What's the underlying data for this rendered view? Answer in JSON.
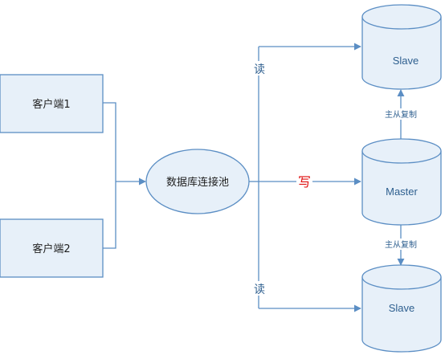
{
  "nodes": {
    "client1": {
      "label": "客户端1"
    },
    "client2": {
      "label": "客户端2"
    },
    "pool": {
      "label": "数据库连接池"
    },
    "slave_top": {
      "label": "Slave"
    },
    "master": {
      "label": "Master"
    },
    "slave_bottom": {
      "label": "Slave"
    }
  },
  "edges": {
    "read_top": {
      "label": "读"
    },
    "write": {
      "label": "写"
    },
    "read_bottom": {
      "label": "读"
    },
    "repl_up": {
      "label": "主从复制"
    },
    "repl_down": {
      "label": "主从复制"
    }
  },
  "colors": {
    "line": "#5b8ec4",
    "fill": "#e7f0f9",
    "stroke": "#5b8ec4",
    "write": "#e01010"
  }
}
